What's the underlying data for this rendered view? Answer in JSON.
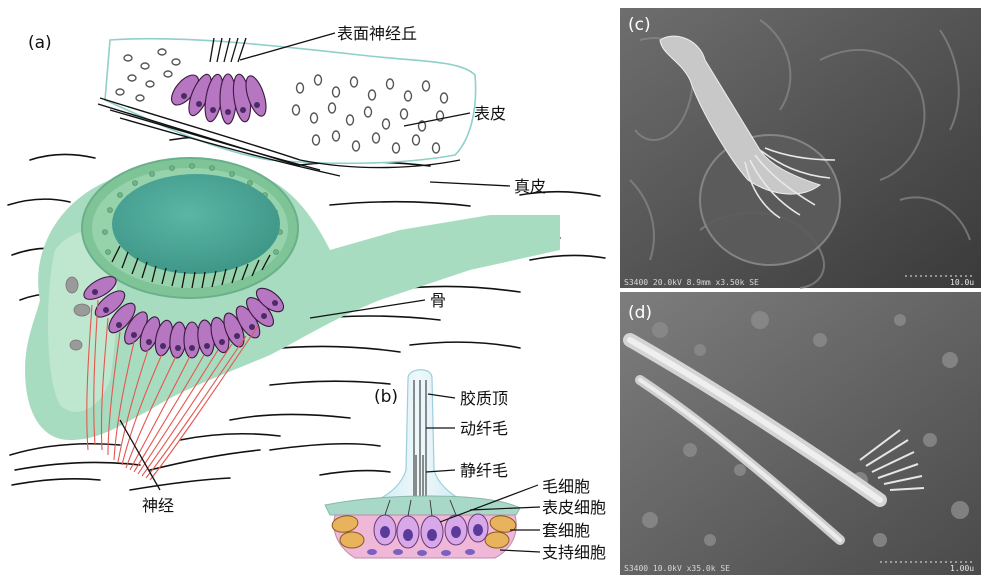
{
  "panels": {
    "a": {
      "letter": "(a)",
      "labels": {
        "neuromast": "表面神经丘",
        "epidermis": "表皮",
        "dermis": "真皮",
        "bone": "骨",
        "nerve": "神经"
      }
    },
    "b": {
      "letter": "(b)",
      "labels": {
        "cupula": "胶质顶",
        "kinocilium": "动纤毛",
        "stereocilia": "静纤毛",
        "hair_cell": "毛细胞",
        "epidermal_cell": "表皮细胞",
        "mantle_cell": "套细胞",
        "supporting_cell": "支持细胞"
      }
    },
    "c": {
      "letter": "(c)",
      "caption": "S3400 20.0kV 8.9mm x3.50k SE",
      "scale": "10.0u"
    },
    "d": {
      "letter": "(d)",
      "caption": "S3400 10.0kV x35.0k SE",
      "scale": "1.00u"
    }
  },
  "colors": {
    "hair_cell": "#b676c2",
    "tissue_green": "#a8dcc0",
    "canal_fill": "#4fa99a",
    "nerve_fiber": "#e3574f",
    "mantle_cell": "#e9b25c",
    "supporting_cell": "#f0b8d8",
    "cupula": "#bfe3ee"
  }
}
